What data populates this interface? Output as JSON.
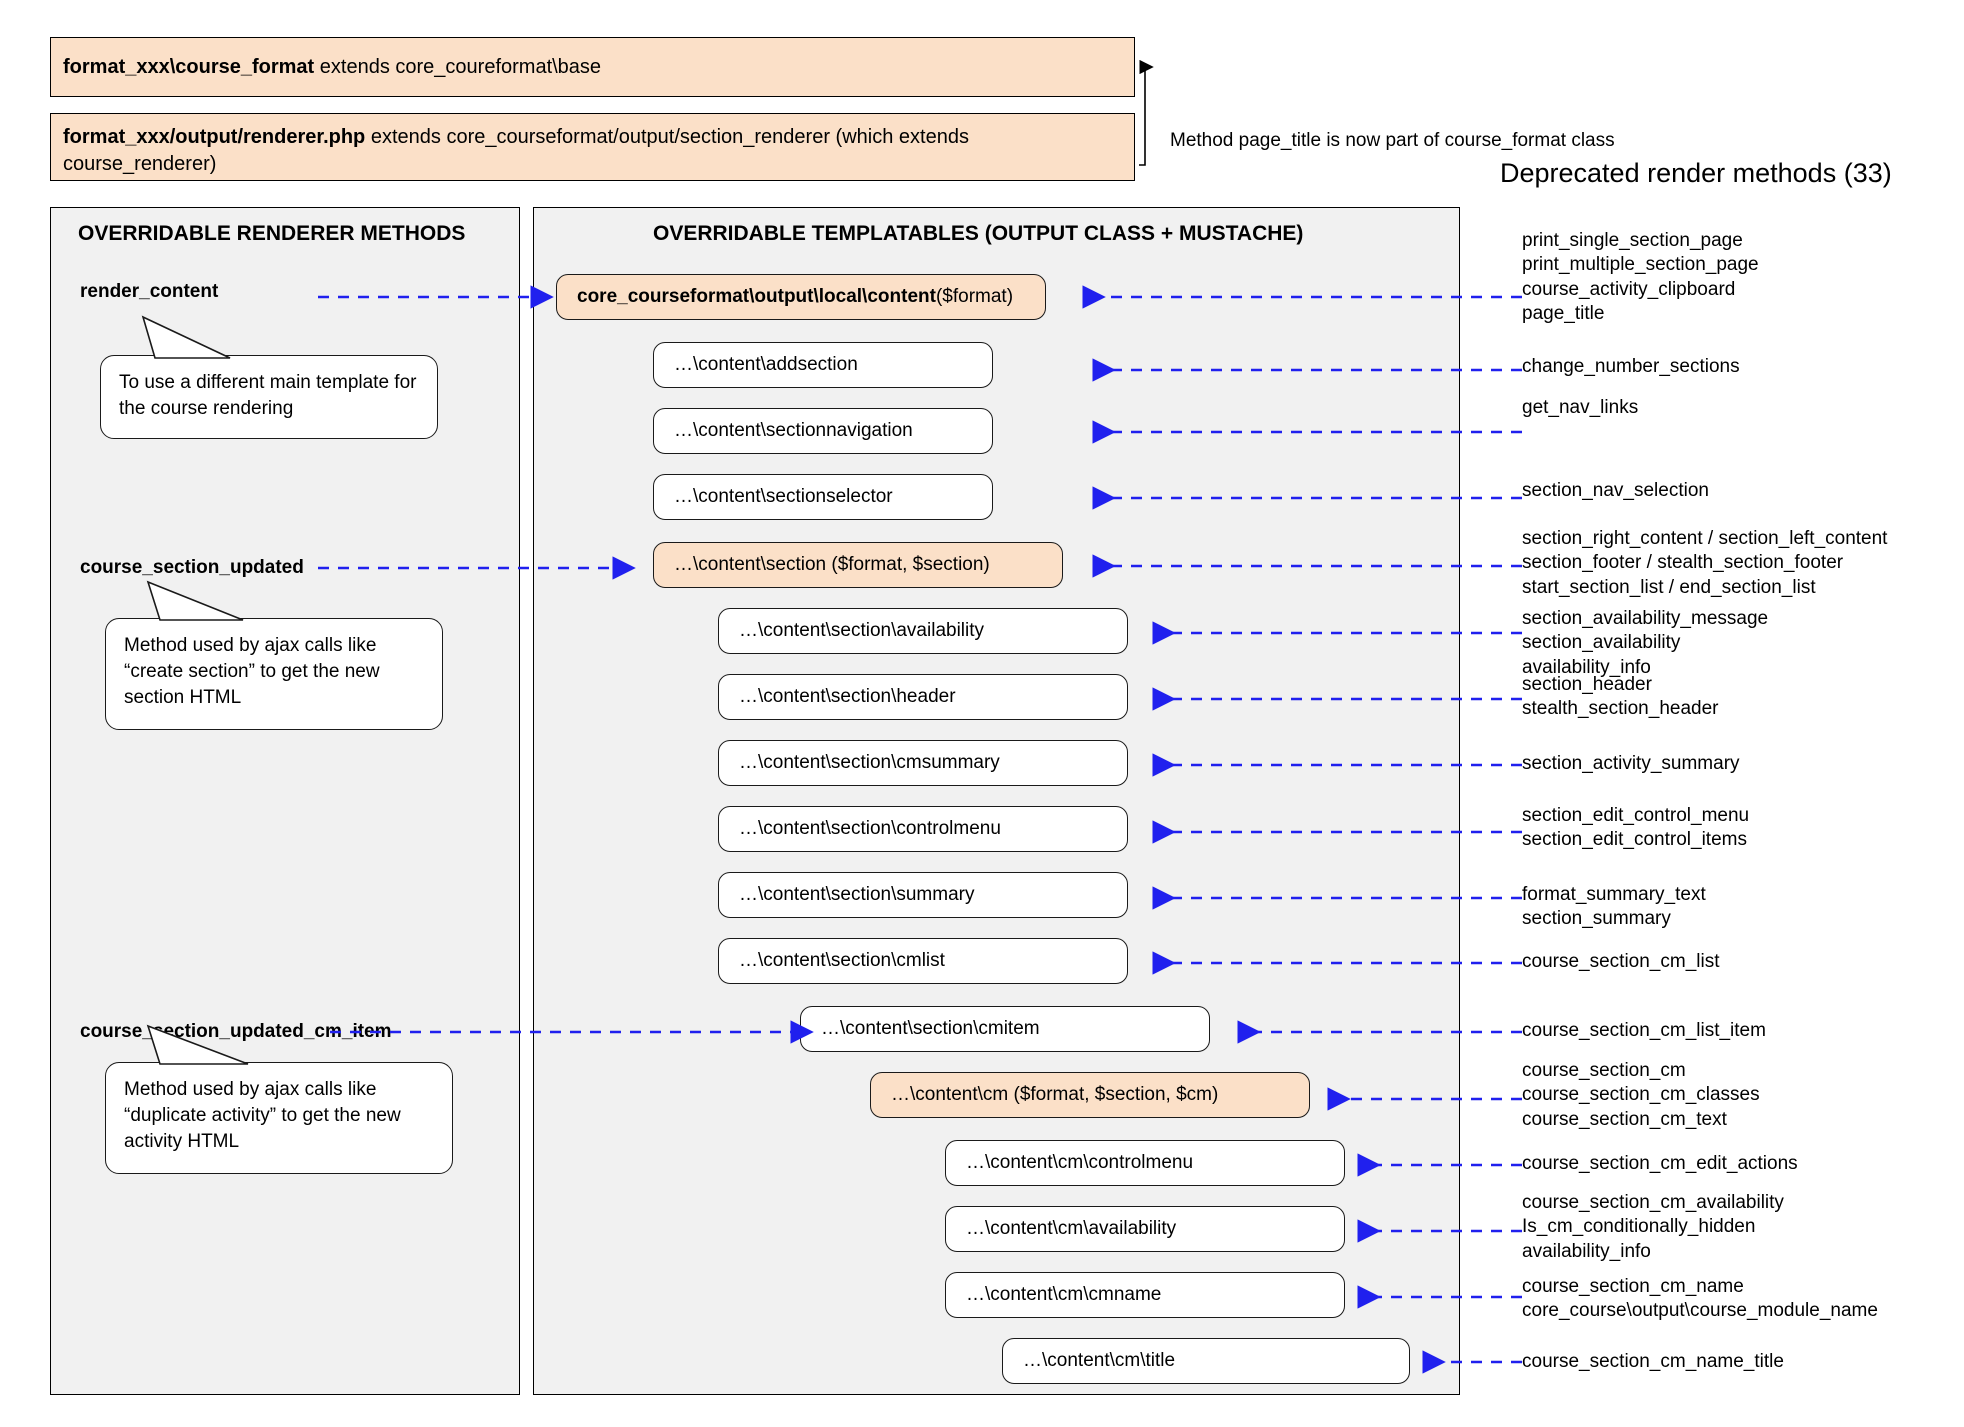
{
  "header": {
    "box1": {
      "bold": "format_xxx\\course_format",
      "rest": " extends core_coureformat\\base"
    },
    "box2": {
      "bold": "format_xxx/output/renderer.php",
      "rest": " extends core_courseformat/output/section_renderer (which extends course_renderer)"
    },
    "note": "Method page_title is now part of course_format class",
    "deprecated_title": "Deprecated render methods (33)"
  },
  "panels": {
    "left_title": "OVERRIDABLE RENDERER METHODS",
    "mid_title": "OVERRIDABLE TEMPLATABLES (OUTPUT CLASS + MUSTACHE)"
  },
  "renderer_methods": [
    {
      "label": "render_content"
    },
    {
      "label": "course_section_updated"
    },
    {
      "label": "course_section_updated_cm_item"
    }
  ],
  "callouts": [
    {
      "text": "To use a different main template for the course rendering"
    },
    {
      "text": "Method used by ajax calls like “create section” to get the new section HTML"
    },
    {
      "text": "Method used by ajax calls like “duplicate activity” to get the new activity HTML"
    }
  ],
  "templatables": [
    {
      "bold": "core_courseformat\\output\\local\\content",
      "rest": " ($format)",
      "highlight": true
    },
    {
      "bold": "",
      "rest": "…\\content\\addsection",
      "highlight": false
    },
    {
      "bold": "",
      "rest": "…\\content\\sectionnavigation",
      "highlight": false
    },
    {
      "bold": "",
      "rest": "…\\content\\sectionselector",
      "highlight": false
    },
    {
      "bold": "",
      "rest": "…\\content\\section ($format, $section)",
      "highlight": true
    },
    {
      "bold": "",
      "rest": "…\\content\\section\\availability",
      "highlight": false
    },
    {
      "bold": "",
      "rest": "…\\content\\section\\header",
      "highlight": false
    },
    {
      "bold": "",
      "rest": "…\\content\\section\\cmsummary",
      "highlight": false
    },
    {
      "bold": "",
      "rest": "…\\content\\section\\controlmenu",
      "highlight": false
    },
    {
      "bold": "",
      "rest": "…\\content\\section\\summary",
      "highlight": false
    },
    {
      "bold": "",
      "rest": "…\\content\\section\\cmlist",
      "highlight": false
    },
    {
      "bold": "",
      "rest": "…\\content\\section\\cmitem",
      "highlight": false
    },
    {
      "bold": "",
      "rest": "…\\content\\cm ($format, $section, $cm)",
      "highlight": true
    },
    {
      "bold": "",
      "rest": "…\\content\\cm\\controlmenu",
      "highlight": false
    },
    {
      "bold": "",
      "rest": "…\\content\\cm\\availability",
      "highlight": false
    },
    {
      "bold": "",
      "rest": "…\\content\\cm\\cmname",
      "highlight": false
    },
    {
      "bold": "",
      "rest": "…\\content\\cm\\title",
      "highlight": false
    }
  ],
  "deprecated_methods": [
    {
      "lines": [
        "print_single_section_page",
        "print_multiple_section_page",
        "course_activity_clipboard",
        "page_title"
      ]
    },
    {
      "lines": [
        "change_number_sections"
      ]
    },
    {
      "lines": [
        "get_nav_links"
      ]
    },
    {
      "lines": [
        "section_nav_selection"
      ]
    },
    {
      "lines": [
        "section_right_content / section_left_content",
        "section_footer / stealth_section_footer",
        "start_section_list / end_section_list"
      ]
    },
    {
      "lines": [
        "section_availability_message",
        "section_availability",
        "availability_info"
      ]
    },
    {
      "lines": [
        "section_header",
        "stealth_section_header"
      ]
    },
    {
      "lines": [
        "section_activity_summary"
      ]
    },
    {
      "lines": [
        "section_edit_control_menu",
        "section_edit_control_items"
      ]
    },
    {
      "lines": [
        "format_summary_text",
        "section_summary"
      ]
    },
    {
      "lines": [
        "course_section_cm_list"
      ]
    },
    {
      "lines": [
        "course_section_cm_list_item"
      ]
    },
    {
      "lines": [
        "course_section_cm",
        "course_section_cm_classes",
        "course_section_cm_text"
      ]
    },
    {
      "lines": [
        "course_section_cm_edit_actions"
      ]
    },
    {
      "lines": [
        "course_section_cm_availability",
        "Is_cm_conditionally_hidden",
        "availability_info"
      ]
    },
    {
      "lines": [
        "course_section_cm_name",
        "core_course\\output\\course_module_name"
      ]
    },
    {
      "lines": [
        "course_section_cm_name_title"
      ]
    }
  ],
  "colors": {
    "highlight_fill": "#fbe0c8",
    "panel_fill": "#f1f1f1",
    "connector": "#2020ee",
    "stroke": "#000000"
  }
}
